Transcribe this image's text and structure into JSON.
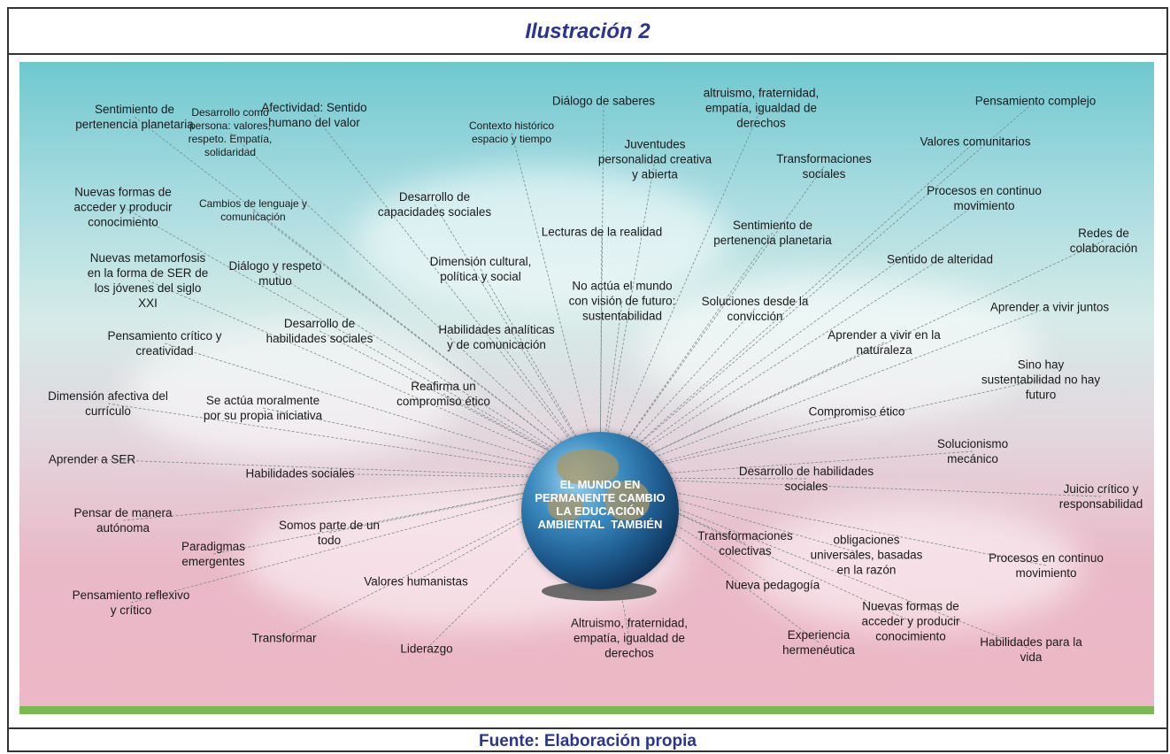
{
  "title": "Ilustración 2",
  "source": "Fuente: Elaboración propia",
  "center": "EL MUNDO EN\nPERMANENTE CAMBIO\nLA EDUCACIÓN\nAMBIENTAL  TAMBIÉN",
  "labels": [
    "Sentimiento de\npertenencia planetaria",
    "Desarrollo como\npersona: valores,\nrespeto. Empatía,\nsolidaridad",
    "Afectividad: Sentido\nhumano del valor",
    "Contexto histórico\nespacio y tiempo",
    "Diálogo de saberes",
    "altruismo, fraternidad,\nempatía, igualdad de\nderechos",
    "Pensamiento complejo",
    "Juventudes\npersonalidad creativa\ny abierta",
    "Valores comunitarios",
    "Transformaciones\nsociales",
    "Nuevas formas de\nacceder y producir\nconocimiento",
    "Cambios de lenguaje y\ncomunicación",
    "Desarrollo de\ncapacidades sociales",
    "Procesos en continuo\nmovimiento",
    "Lecturas de la realidad",
    "Sentimiento de\npertenencia planetaria",
    "Redes de\ncolaboración",
    "Nuevas metamorfosis\nen la forma de SER de\nlos jóvenes del siglo\nXXI",
    "Diálogo y respeto\nmutuo",
    "Dimensión cultural,\npolítica y social",
    "Sentido de alteridad",
    "No actúa el mundo\ncon visión de futuro:\nsustentabilidad",
    "Soluciones desde la\nconvicción",
    "Aprender a vivir juntos",
    "Desarrollo de\nhabilidades sociales",
    "Habilidades analíticas\ny de comunicación",
    "Pensamiento crítico y\ncreatividad",
    "Aprender a vivir en la\nnaturaleza",
    "Sino hay\nsustentabilidad no hay\nfuturo",
    "Reafirma un\ncompromiso ético",
    "Dimensión afectiva del\ncurrículo",
    "Se actúa moralmente\npor su propia iniciativa",
    "Compromiso ético",
    "Solucionismo\nmecánico",
    "Aprender a SER",
    "Habilidades sociales",
    "Desarrollo de habilidades\nsociales",
    "Juicio crítico y\nresponsabilidad",
    "Pensar de manera\nautónoma",
    "Somos parte de un\ntodo",
    "Paradigmas\nemergentes",
    "Transformaciones\ncolectivas",
    "obligaciones\nuniversales, basadas\nen la razón",
    "Procesos en continuo\nmovimiento",
    "Pensamiento reflexivo\ny crítico",
    "Valores humanistas",
    "Nueva pedagogía",
    "Nuevas formas de\nacceder y producir\nconocimiento",
    "Transformar",
    "Altruismo, fraternidad,\nempatía, igualdad de\nderechos",
    "Liderazgo",
    "Experiencia\nhermenéutica",
    "Habilidades para la\nvida"
  ]
}
